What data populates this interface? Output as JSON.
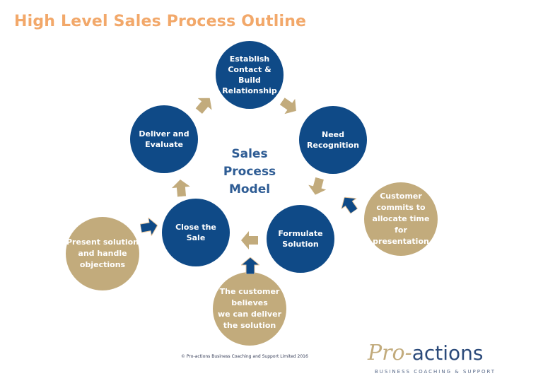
{
  "title": "High Level Sales Process Outline",
  "center_label": "Sales\nProcess\nModel",
  "colors": {
    "title": "#f2a86a",
    "blue": "#0f4a87",
    "gold": "#c2ab7c",
    "center_text": "#2e5c94"
  },
  "blue_stages": [
    {
      "label": "Establish\nContact &\nBuild\nRelationship"
    },
    {
      "label": "Need\nRecognition"
    },
    {
      "label": "Formulate\nSolution"
    },
    {
      "label": "Close the\nSale"
    },
    {
      "label": "Deliver and\nEvaluate"
    }
  ],
  "gold_notes": [
    {
      "label": "Customer\ncommits to\nallocate time\nfor\npresentation"
    },
    {
      "label": "The customer\nbelieves\nwe can deliver\nthe solution"
    },
    {
      "label": "Present solution\nand handle\nobjections"
    }
  ],
  "footer": "© Pro-actions  Business  Coaching  and Support Limited  2016",
  "logo": {
    "pro": "Pro-",
    "actions": "actions",
    "subtitle": "BUSINESS COACHING & SUPPORT"
  }
}
